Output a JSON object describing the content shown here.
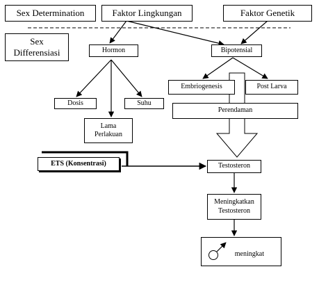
{
  "diagram": {
    "sex_determination": "Sex Determination",
    "faktor_lingkungan": "Faktor Lingkungan",
    "faktor_genetik": "Faktor Genetik",
    "sex_differensiasi_line1": "Sex",
    "sex_differensiasi_line2": "Differensiasi",
    "hormon": "Hormon",
    "bipotensial": "Bipotensial",
    "embriogenesis": "Embriogenesis",
    "post_larva": "Post Larva",
    "dosis": "Dosis",
    "suhu": "Suhu",
    "perendaman": "Perendaman",
    "lama_line1": "Lama",
    "lama_line2": "Perlakuan",
    "ets": "ETS (Konsentrasi)",
    "testosteron": "Testosteron",
    "meningkatkan_line1": "Meningkatkan",
    "meningkatkan_line2": "Testosteron",
    "meningkat": "meningkat"
  }
}
